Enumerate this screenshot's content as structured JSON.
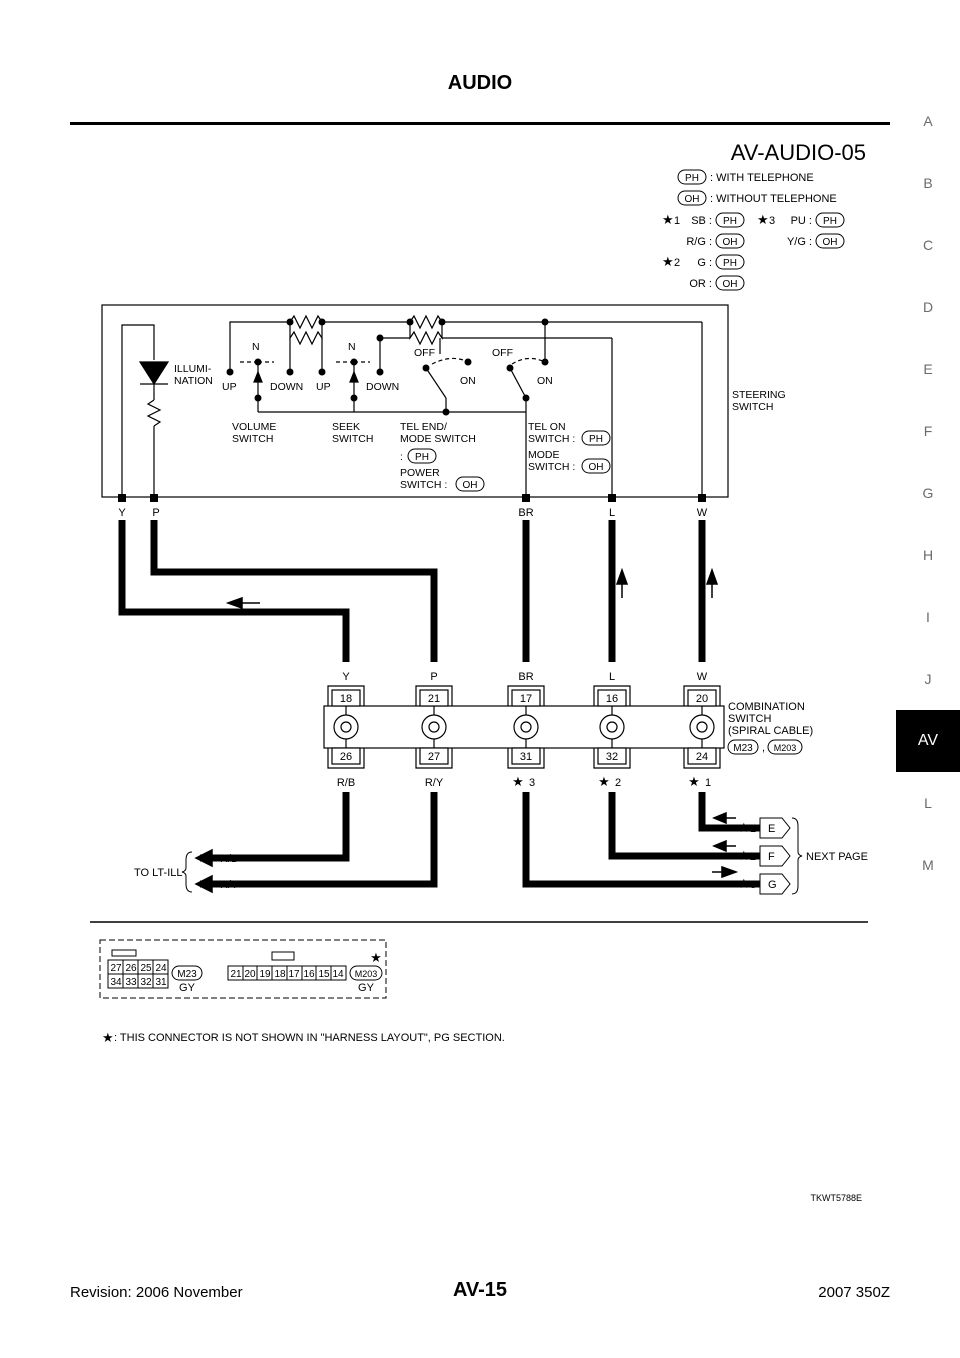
{
  "header": {
    "title": "AUDIO"
  },
  "side_tabs": [
    "A",
    "B",
    "C",
    "D",
    "E",
    "F",
    "G",
    "H",
    "I",
    "J",
    "AV",
    "L",
    "M"
  ],
  "side_tab_active": "AV",
  "diagram": {
    "code": "AV-AUDIO-05",
    "legend": {
      "ph_tag": "PH",
      "ph_text": ": WITH TELEPHONE",
      "oh_tag": "OH",
      "oh_text": ": WITHOUT TELEPHONE",
      "note1": "1",
      "note2": "2",
      "note3": "3",
      "sb": "SB :",
      "pu": "PU :",
      "rg": "R/G :",
      "yg": "Y/G :",
      "g": "G :",
      "or": "OR :"
    },
    "switch": {
      "illumination": [
        "ILLUMI-",
        "NATION"
      ],
      "n1": "N",
      "n2": "N",
      "off1": "OFF",
      "off2": "OFF",
      "on1": "ON",
      "on2": "ON",
      "up1": "UP",
      "down1": "DOWN",
      "up2": "UP",
      "down2": "DOWN",
      "volume": [
        "VOLUME",
        "SWITCH"
      ],
      "seek": [
        "SEEK",
        "SWITCH"
      ],
      "tel_end": [
        "TEL END/",
        "MODE SWITCH"
      ],
      "colon": ":",
      "power": [
        "POWER",
        "SWITCH :"
      ],
      "tel_on": [
        "TEL ON",
        "SWITCH :"
      ],
      "mode": [
        "MODE",
        "SWITCH :"
      ],
      "name": [
        "STEERING",
        "SWITCH"
      ]
    },
    "wire_top": [
      "Y",
      "P",
      "BR",
      "L",
      "W"
    ],
    "wire_mid": [
      "Y",
      "P",
      "BR",
      "L",
      "W"
    ],
    "pins_top": [
      "18",
      "21",
      "17",
      "16",
      "20"
    ],
    "pins_bottom": [
      "26",
      "27",
      "31",
      "32",
      "24"
    ],
    "wire_bottom": [
      "R/B",
      "R/Y",
      "3",
      "2",
      "1"
    ],
    "combination": [
      "COMBINATION",
      "SWITCH",
      "(SPIRAL CABLE)"
    ],
    "connector_ids": [
      "M23",
      "M203"
    ],
    "comma": ",",
    "to_lt_ill": "TO LT-ILL",
    "rb": "R/B",
    "ry": "R/Y",
    "next": {
      "e": "E",
      "f": "F",
      "g": "G",
      "label": "NEXT PAGE"
    },
    "connector_view": {
      "m23_top": [
        "27",
        "26",
        "25",
        "24"
      ],
      "m23_bottom": [
        "34",
        "33",
        "32",
        "31"
      ],
      "m203": [
        "21",
        "20",
        "19",
        "18",
        "17",
        "16",
        "15",
        "14"
      ],
      "color1": "GY",
      "color2": "GY",
      "m23": "M23",
      "m203_id": "M203"
    },
    "footnote": ": THIS CONNECTOR IS NOT SHOWN IN \"HARNESS LAYOUT\", PG SECTION.",
    "figure_id": "TKWT5788E"
  },
  "footer": {
    "revision": "Revision: 2006 November",
    "page": "AV-15",
    "model": "2007 350Z"
  }
}
